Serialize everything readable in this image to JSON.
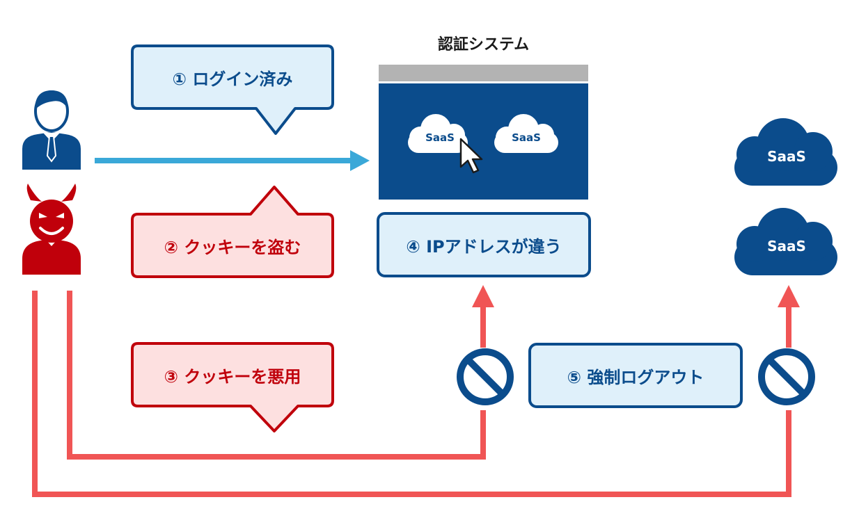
{
  "title": "認証システム",
  "steps": {
    "s1": "① ログイン済み",
    "s2": "② クッキーを盗む",
    "s3": "③ クッキーを悪用",
    "s4": "④ IPアドレスが違う",
    "s5": "⑤ 強制ログアウト"
  },
  "saas": {
    "inner1": "SaaS",
    "inner2": "SaaS",
    "outer1": "SaaS",
    "outer2": "SaaS"
  },
  "colors": {
    "navy": "#0b4c8c",
    "light_blue_fill": "#dff0fa",
    "red": "#c0000b",
    "light_red_fill": "#fde0e0",
    "arrow_red": "#f05555",
    "arrow_blue": "#3aa8d8",
    "gray_bar": "#b3b3b3"
  },
  "icons": [
    "user-icon",
    "devil-icon",
    "cloud-icon",
    "cursor-icon",
    "prohibited-icon"
  ]
}
